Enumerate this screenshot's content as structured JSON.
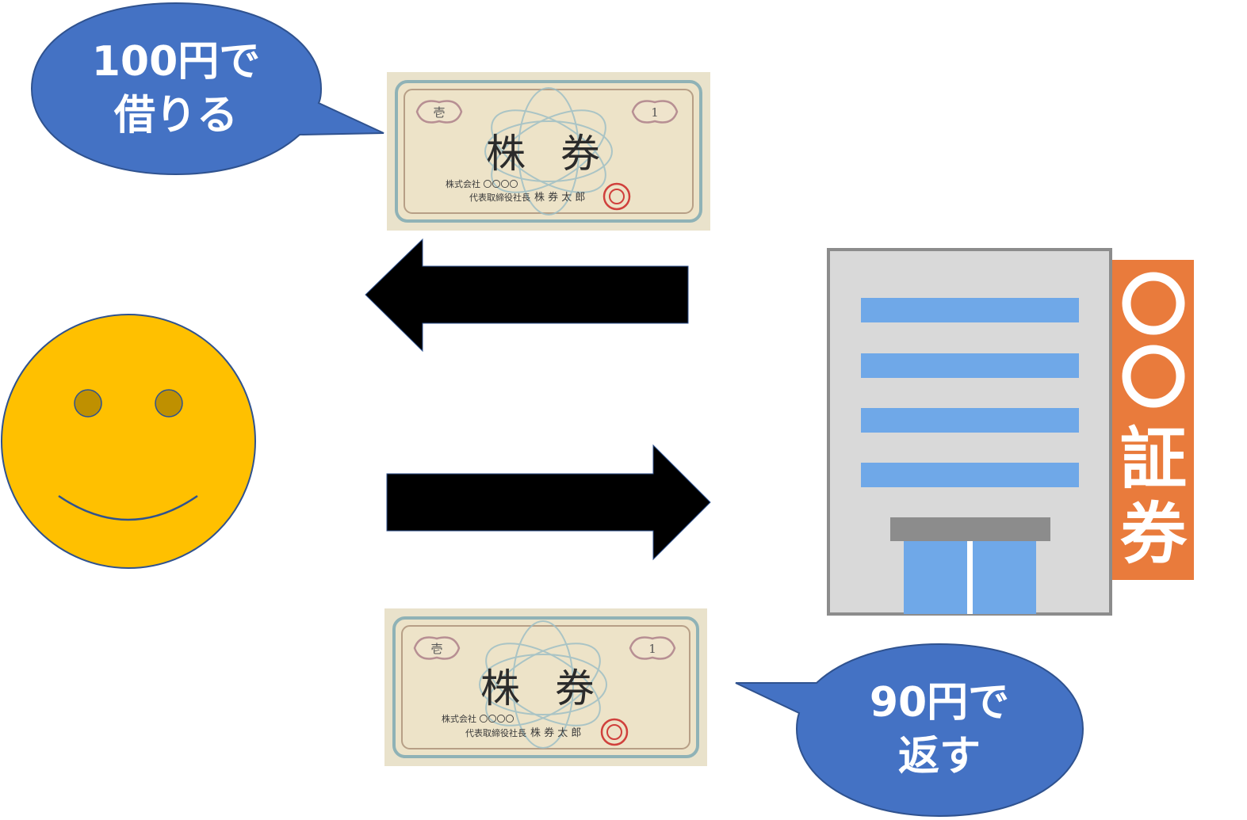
{
  "bubble_borrow": {
    "line1": "100円で",
    "line2": "借りる"
  },
  "bubble_return": {
    "line1": "90円で",
    "line2": "返す"
  },
  "certificate": {
    "title": "株 券",
    "corner_left": "壱",
    "corner_right": "1",
    "company": "株式会社 〇〇〇〇",
    "representative_label": "代表取締役社長",
    "representative_name": "株 券 太 郎"
  },
  "brokerage_sign": {
    "marks": "〇〇",
    "char1": "証",
    "char2": "券"
  },
  "colors": {
    "bubble": "#4472c4",
    "smiley": "#ffc000",
    "smiley_eye": "#bf9000",
    "arrow": "#000000",
    "building": "#d9d9d9",
    "building_border": "#808080",
    "window_stripe": "#6fa8e8",
    "sign": "#e97b3c",
    "certificate_bg": "#ece1c6"
  }
}
